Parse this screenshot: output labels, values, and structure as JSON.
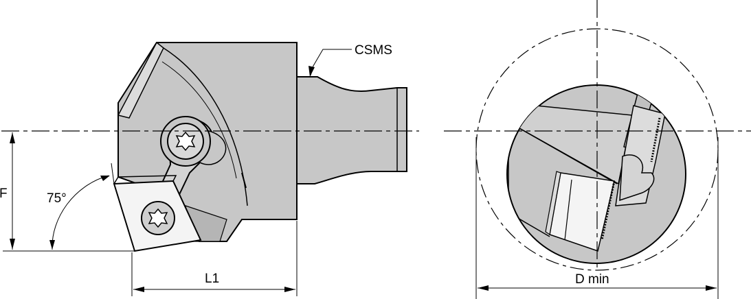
{
  "labels": {
    "F": "F",
    "angle": "75°",
    "L1": "L1",
    "CSMS": "CSMS",
    "D_min": "D min"
  },
  "colors": {
    "body": "#c7c7c7",
    "body_light": "#dcdcdc",
    "insert": "#f4f4f4",
    "stroke": "#000000",
    "background": "#ffffff"
  }
}
